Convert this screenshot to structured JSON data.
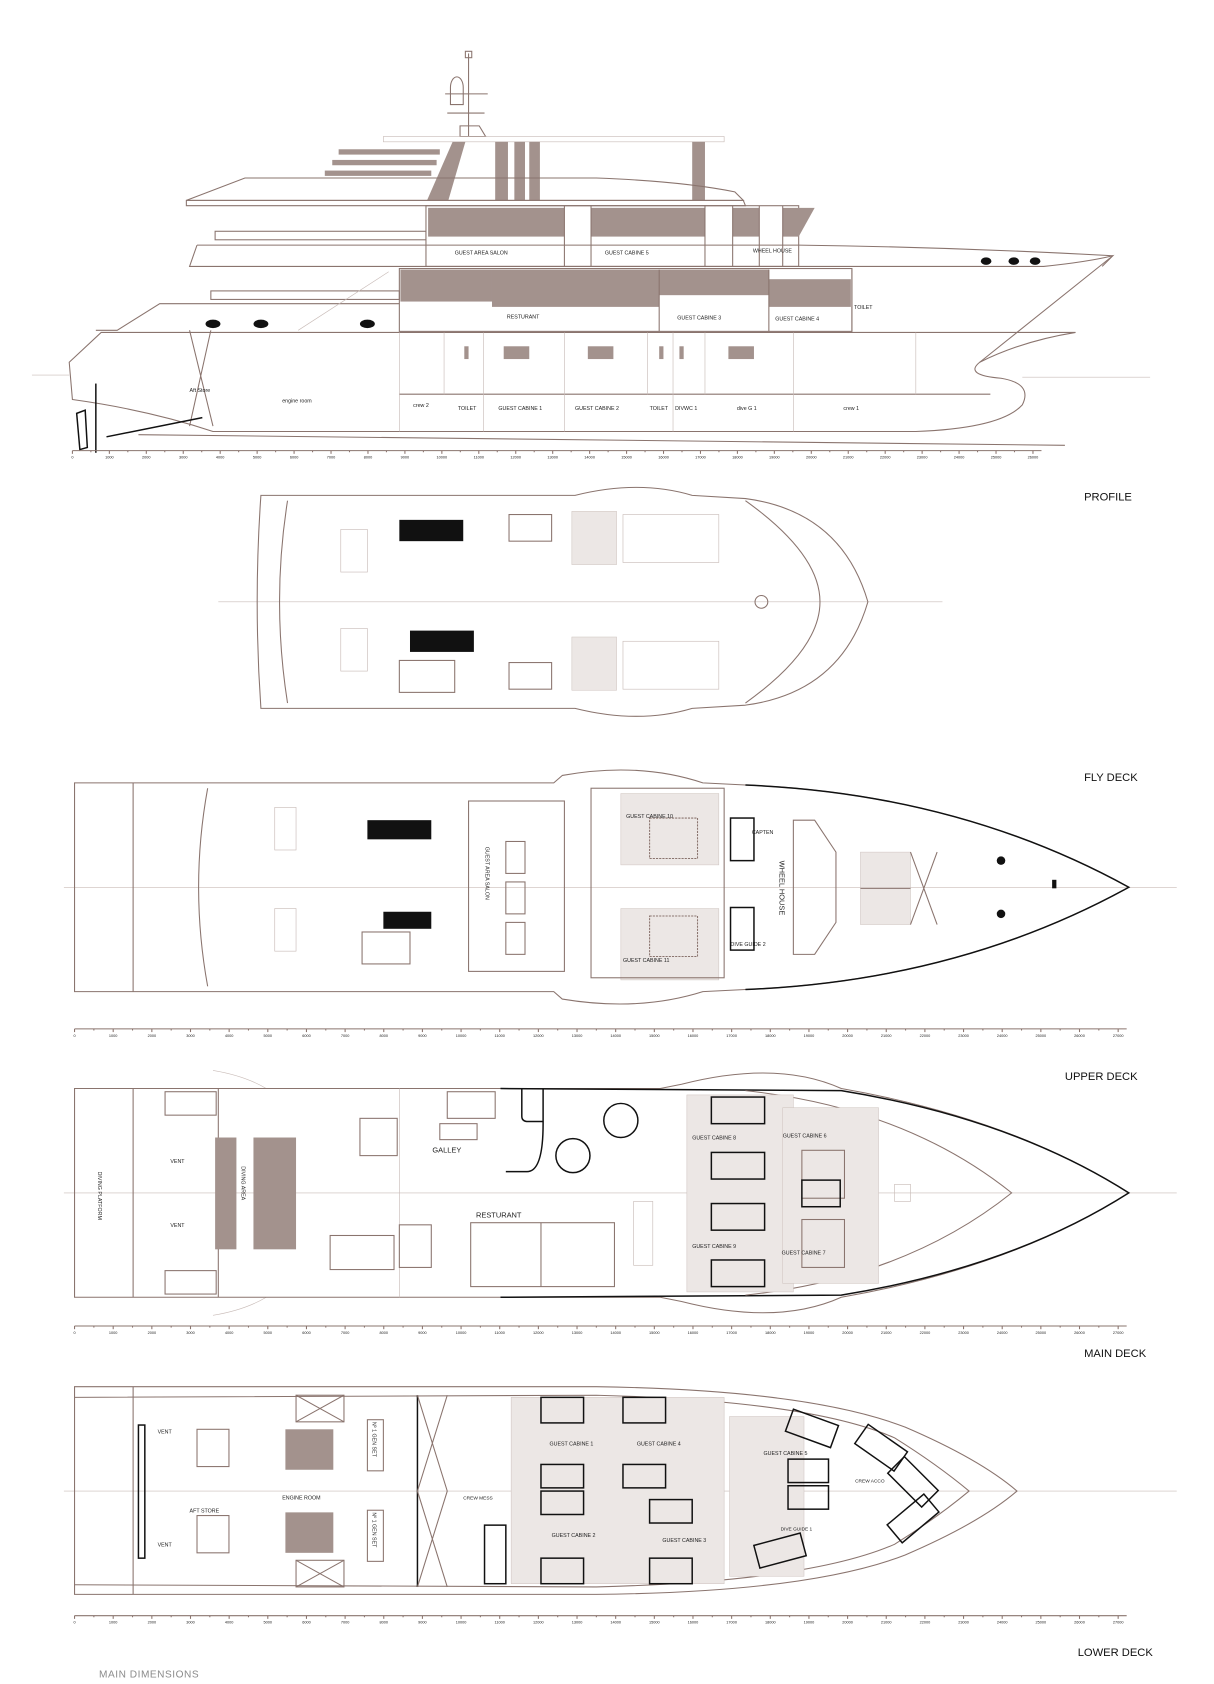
{
  "colors": {
    "line": "#8a746e",
    "fill": "#a3928d",
    "ink": "#111111"
  },
  "titles": {
    "profile": "PROFILE",
    "fly_deck": "FLY DECK",
    "upper_deck": "UPPER  DECK",
    "main_deck": "MAIN DECK",
    "lower_deck": "LOWER DECK",
    "footer": "MAIN  DIMENSIONS"
  },
  "profile": {
    "guest_area_salon": "GUEST AREA SALON",
    "guest_cabine_5": "GUEST CABINE  5",
    "wheel_house": "WHEEL HOUSE",
    "resturant": "RESTURANT",
    "guest_cabine_3": "GUEST CABINE 3",
    "guest_cabine_4": "GUEST CABINE 4",
    "toilet_top": "TOILET",
    "aft_store": "Aft Store",
    "engine_room": "engine room",
    "crew_2": "crew 2",
    "toilet_1": "TOILET",
    "guest_cabine_1": "GUEST CABINE 1",
    "guest_cabine_2": "GUEST CABINE 2",
    "toilet_2": "TOILET",
    "divwc_1": "DIVWC 1",
    "dive_g_1": "dive G 1",
    "crew_1": "crew 1"
  },
  "upper_deck": {
    "guest_area_salon": "GUEST AREA SALON",
    "guest_cabine_10": "GUEST CABINE 10",
    "guest_cabine_11": "GUEST CABINE 11",
    "capten": "CAPTEN",
    "dive_guide_2": "DIVE GUIDE  2",
    "wheel_house": "WHEEL HOUSE"
  },
  "main_deck": {
    "diving_platform": "DIVING PLATFORM",
    "diving_area": "DIVING AREA",
    "vent": "VENT",
    "galley": "GALLEY",
    "resturant": "RESTURANT",
    "guest_cabine_8": "GUEST CABINE 8",
    "guest_cabine_6": "GUEST CABINE 6",
    "guest_cabine_9": "GUEST CABINE 9",
    "guest_cabine_7": "GUEST CABINE 7"
  },
  "lower_deck": {
    "vent": "VENT",
    "aft_store": "AFT STORE",
    "engine_room": "ENGINE ROOM",
    "gen_set_1": "Nº 1 GEN SET",
    "gen_set_2": "Nº 1 GEN SET",
    "crew_mess": "CREW MESS",
    "guest_cabine_1": "GUEST CABINE 1",
    "guest_cabine_2": "GUEST CABINE 2",
    "guest_cabine_3": "GUEST CABINE 3",
    "guest_cabine_4": "GUEST CABINE 4",
    "guest_cabine_5": "GUEST CABINE 5",
    "crew_acco": "CREW ACCO",
    "dive_guide_1": "DIVE GUIDE  1"
  },
  "scale": {
    "profile": [
      "0",
      "1000",
      "2000",
      "3000",
      "4000",
      "5000",
      "6000",
      "7000",
      "8000",
      "9000",
      "10000",
      "11000",
      "12000",
      "13000",
      "14000",
      "15000",
      "16000",
      "17000",
      "18000",
      "19000",
      "20000",
      "21000",
      "22000",
      "23000",
      "24000",
      "25000",
      "26000"
    ],
    "decks": [
      "0",
      "1000",
      "2000",
      "3000",
      "4000",
      "5000",
      "6000",
      "7000",
      "8000",
      "9000",
      "10000",
      "11000",
      "12000",
      "13000",
      "14000",
      "15000",
      "16000",
      "17000",
      "18000",
      "19000",
      "20000",
      "21000",
      "22000",
      "23000",
      "24000",
      "25000",
      "26000",
      "27000"
    ]
  }
}
